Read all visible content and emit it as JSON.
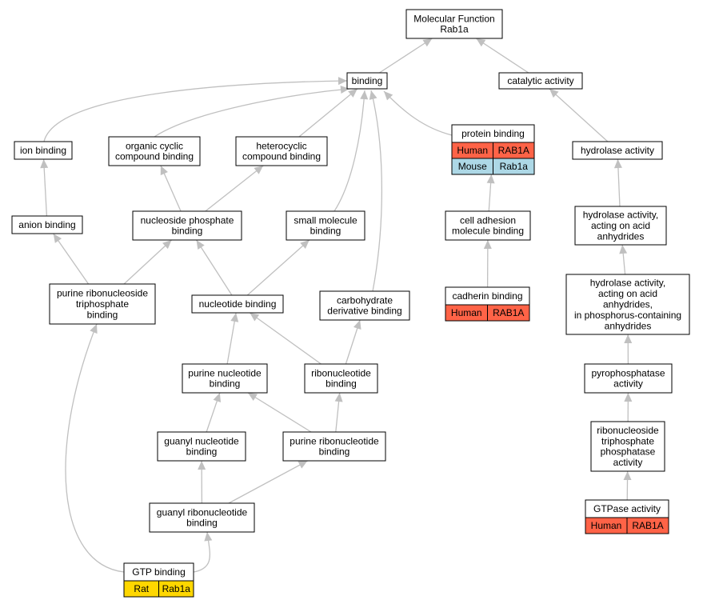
{
  "graph": {
    "nodes": {
      "mf": {
        "label": [
          "Molecular Function",
          "Rab1a"
        ]
      },
      "binding": {
        "label": [
          "binding"
        ]
      },
      "catalytic": {
        "label": [
          "catalytic activity"
        ]
      },
      "ion": {
        "label": [
          "ion binding"
        ]
      },
      "organic": {
        "label": [
          "organic cyclic",
          "compound binding"
        ]
      },
      "hetero": {
        "label": [
          "heterocyclic",
          "compound binding"
        ]
      },
      "protein": {
        "label": [
          "protein binding"
        ],
        "species": [
          {
            "org": "Human",
            "gene": "RAB1A",
            "color": "#ff6347"
          },
          {
            "org": "Mouse",
            "gene": "Rab1a",
            "color": "#add8e6"
          }
        ]
      },
      "hydrolase": {
        "label": [
          "hydrolase activity"
        ]
      },
      "anion": {
        "label": [
          "anion binding"
        ]
      },
      "nucphos": {
        "label": [
          "nucleoside phosphate",
          "binding"
        ]
      },
      "smallmol": {
        "label": [
          "small molecule",
          "binding"
        ]
      },
      "celladh": {
        "label": [
          "cell adhesion",
          "molecule binding"
        ]
      },
      "hydanhyd": {
        "label": [
          "hydrolase activity,",
          "acting on acid",
          "anhydrides"
        ]
      },
      "purinerts": {
        "label": [
          "purine ribonucleoside",
          "triphosphate",
          "binding"
        ]
      },
      "nucleotide": {
        "label": [
          "nucleotide binding"
        ]
      },
      "carbo": {
        "label": [
          "carbohydrate",
          "derivative binding"
        ]
      },
      "cadherin": {
        "label": [
          "cadherin binding"
        ],
        "species": [
          {
            "org": "Human",
            "gene": "RAB1A",
            "color": "#ff6347"
          }
        ]
      },
      "hydphos": {
        "label": [
          "hydrolase activity,",
          "acting on acid",
          "anhydrides,",
          "in phosphorus-containing",
          "anhydrides"
        ]
      },
      "purinenuc": {
        "label": [
          "purine nucleotide",
          "binding"
        ]
      },
      "ribonuc": {
        "label": [
          "ribonucleotide",
          "binding"
        ]
      },
      "pyro": {
        "label": [
          "pyrophosphatase",
          "activity"
        ]
      },
      "guanylnuc": {
        "label": [
          "guanyl nucleotide",
          "binding"
        ]
      },
      "purineribo": {
        "label": [
          "purine ribonucleotide",
          "binding"
        ]
      },
      "rntpase": {
        "label": [
          "ribonucleoside",
          "triphosphate",
          "phosphatase",
          "activity"
        ]
      },
      "guanylribo": {
        "label": [
          "guanyl ribonucleotide",
          "binding"
        ]
      },
      "gtpase": {
        "label": [
          "GTPase activity"
        ],
        "species": [
          {
            "org": "Human",
            "gene": "RAB1A",
            "color": "#ff6347"
          }
        ]
      },
      "gtp": {
        "label": [
          "GTP binding"
        ],
        "species": [
          {
            "org": "Rat",
            "gene": "Rab1a",
            "color": "#ffd700"
          }
        ]
      }
    },
    "edges": [
      {
        "from": "binding",
        "to": "mf"
      },
      {
        "from": "catalytic",
        "to": "mf"
      },
      {
        "from": "ion",
        "to": "binding"
      },
      {
        "from": "organic",
        "to": "binding"
      },
      {
        "from": "hetero",
        "to": "binding"
      },
      {
        "from": "protein",
        "to": "binding"
      },
      {
        "from": "smallmol",
        "to": "binding"
      },
      {
        "from": "carbo",
        "to": "binding"
      },
      {
        "from": "hydrolase",
        "to": "catalytic"
      },
      {
        "from": "anion",
        "to": "ion"
      },
      {
        "from": "nucphos",
        "to": "organic"
      },
      {
        "from": "nucphos",
        "to": "hetero"
      },
      {
        "from": "celladh",
        "to": "protein"
      },
      {
        "from": "hydanhyd",
        "to": "hydrolase"
      },
      {
        "from": "purinerts",
        "to": "anion"
      },
      {
        "from": "purinerts",
        "to": "nucphos"
      },
      {
        "from": "nucleotide",
        "to": "nucphos"
      },
      {
        "from": "nucleotide",
        "to": "smallmol"
      },
      {
        "from": "cadherin",
        "to": "celladh"
      },
      {
        "from": "hydphos",
        "to": "hydanhyd"
      },
      {
        "from": "purinenuc",
        "to": "nucleotide"
      },
      {
        "from": "ribonuc",
        "to": "nucleotide"
      },
      {
        "from": "ribonuc",
        "to": "carbo"
      },
      {
        "from": "pyro",
        "to": "hydphos"
      },
      {
        "from": "guanylnuc",
        "to": "purinenuc"
      },
      {
        "from": "purineribo",
        "to": "purinenuc"
      },
      {
        "from": "purineribo",
        "to": "ribonuc"
      },
      {
        "from": "rntpase",
        "to": "pyro"
      },
      {
        "from": "guanylribo",
        "to": "guanylnuc"
      },
      {
        "from": "guanylribo",
        "to": "purineribo"
      },
      {
        "from": "gtpase",
        "to": "rntpase"
      },
      {
        "from": "gtp",
        "to": "guanylribo"
      },
      {
        "from": "gtp",
        "to": "purinerts"
      }
    ]
  }
}
